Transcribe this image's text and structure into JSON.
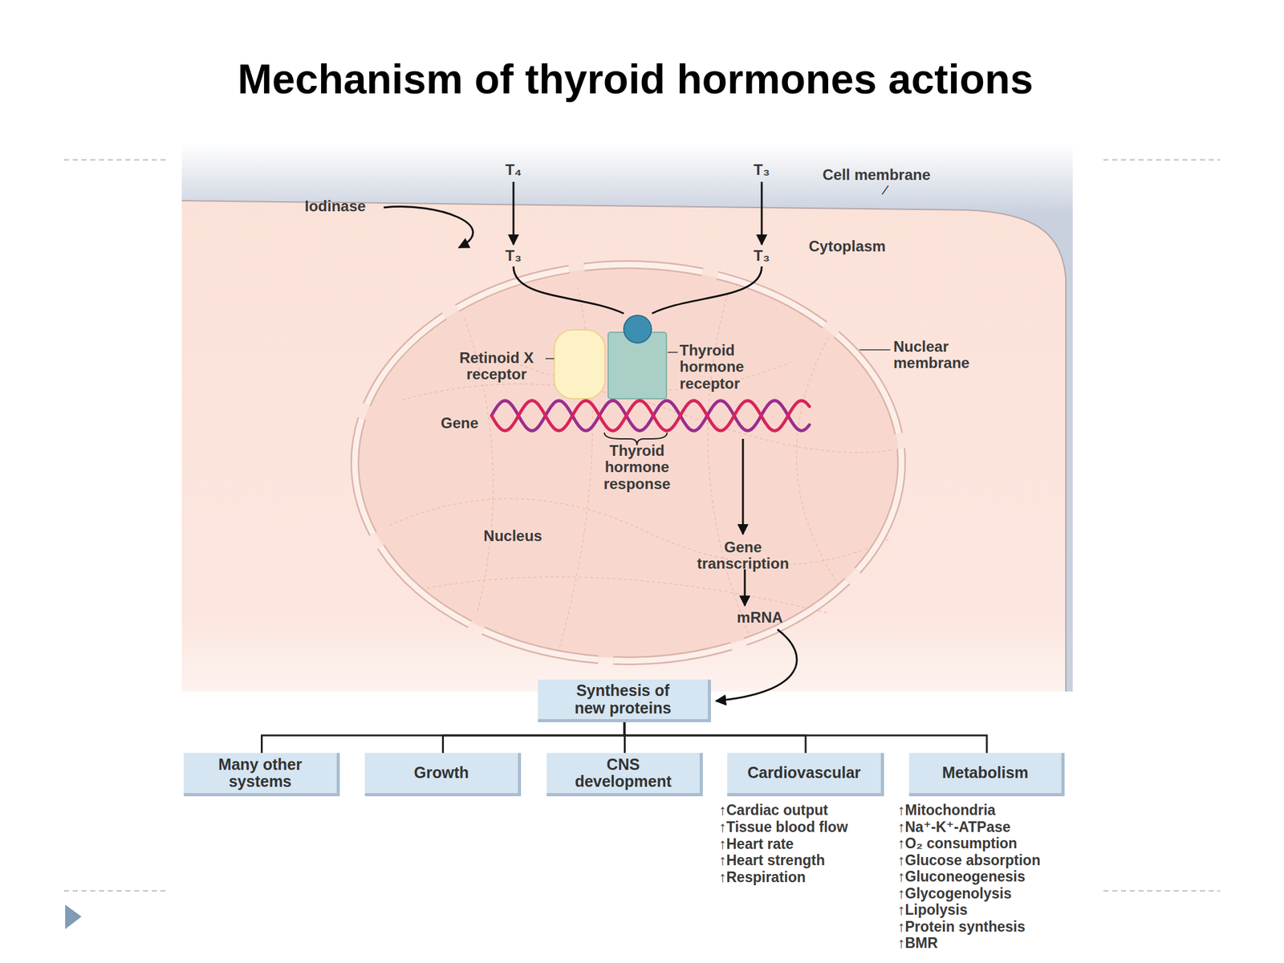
{
  "diagram": {
    "title": "Mechanism of thyroid hormones actions",
    "nodes": [
      {
        "text": [
          "Cytoplasm"
        ]
      },
      {
        "text": [
          "Nucleus"
        ],
        "in": 0
      },
      {
        "text": [
          "Retinoid X receptor"
        ],
        "in": 1
      },
      {
        "text": [
          "Thyroid hormone receptor"
        ],
        "in": 1
      },
      {
        "text": [
          "Synthesis of new proteins"
        ]
      },
      {
        "text": [
          "Many other systems"
        ]
      },
      {
        "text": [
          "Growth"
        ]
      },
      {
        "text": [
          "CNS development"
        ]
      },
      {
        "text": [
          "Cardiovascular"
        ]
      },
      {
        "text": [
          "Metabolism"
        ]
      }
    ],
    "edges": [
      {
        "from": 4,
        "to": 5,
        "arrow": "none"
      },
      {
        "from": 4,
        "to": 6,
        "arrow": "none"
      },
      {
        "from": 4,
        "to": 7,
        "arrow": "none"
      },
      {
        "from": 4,
        "to": 8,
        "arrow": "none"
      },
      {
        "from": 4,
        "to": 9,
        "arrow": "none"
      }
    ],
    "labels": [
      "T₄",
      "T₃",
      "Cell membrane",
      "Iodinase",
      "T₃",
      "T₃",
      "Nuclear membrane",
      "Gene",
      "Thyroid hormone response",
      "Gene transcription",
      "mRNA",
      "↑Cardiac output",
      "↑Tissue blood flow",
      "↑Heart rate",
      "↑Heart strength",
      "↑Respiration",
      "↑Mitochondria",
      "↑Na⁺-K⁺-ATPase",
      "↑O₂ consumption",
      "↑Glucose absorption",
      "↑Gluconeogenesis",
      "↑Glycogenolysis",
      "↑Lipolysis",
      "↑Protein synthesis",
      "↑BMR"
    ]
  }
}
